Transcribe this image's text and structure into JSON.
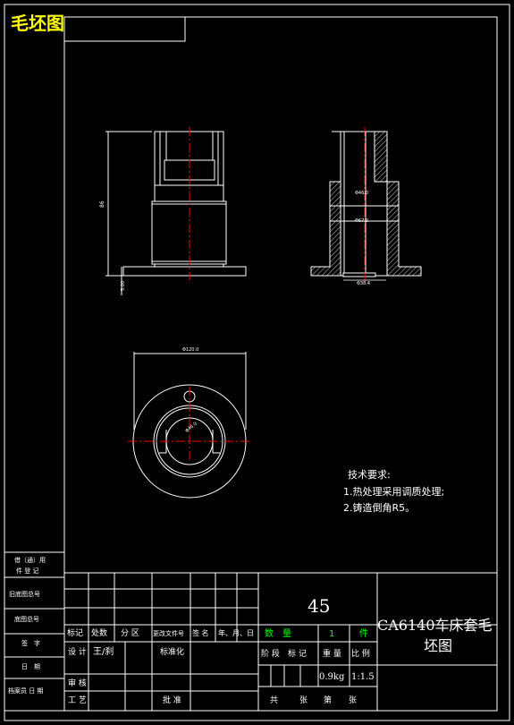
{
  "sheet": {
    "title_tag": "毛坯图",
    "part_name_line1": "CA6140车床套毛",
    "part_name_line2": "坯图",
    "material": "45",
    "quantity_label": "数　量",
    "quantity_value": "1",
    "quantity_unit": "件",
    "weight": "0.9kg",
    "scale": "1:1.5"
  },
  "tech_requirements": {
    "heading": "技术要求:",
    "items": [
      "1.热处理采用调质处理;",
      "2.铸造倒角R5。"
    ]
  },
  "left_column": {
    "labels": [
      "借（通）用",
      "件 登 记",
      "旧底图总号",
      "底图总号",
      "签　字",
      "日　期",
      "档案员 日 期"
    ]
  },
  "title_block": {
    "row_labels": [
      "标记",
      "处数",
      "分 区",
      "更改文件号",
      "签 名",
      "年、月、日"
    ],
    "design_label": "设 计",
    "designer": "王/刹",
    "standard_label": "标准化",
    "review_label": "审 核",
    "process_label": "工 艺",
    "approve_label": "批 准",
    "stage_labels": [
      "阶 段",
      "标 记",
      "重 量",
      "比 例"
    ],
    "sheet_count": [
      "共",
      "张",
      "第",
      "张"
    ]
  },
  "dimensions": {
    "front_height": "86",
    "front_flange": "5.00",
    "section_d1": "Φ46.0",
    "section_d2": "Φ67.0",
    "section_bottom": "Φ38.4",
    "top_outer": "Φ120.0",
    "top_inner": "Φ46.0"
  },
  "colors": {
    "line": "#ffffff",
    "center": "#ff0000",
    "yellow": "#ffff00",
    "green": "#00ff00"
  }
}
